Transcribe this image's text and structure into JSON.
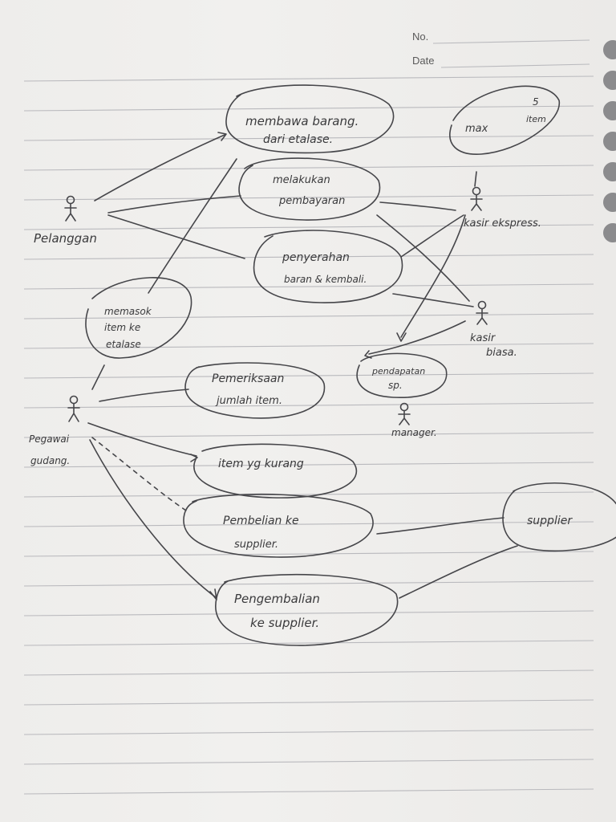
{
  "header": {
    "no_label": "No.",
    "date_label": "Date"
  },
  "actors": {
    "pelanggan": "Pelanggan",
    "kasir_ekspress": "kasir ekspress.",
    "kasir_biasa_1": "kasir",
    "kasir_biasa_2": "biasa.",
    "pegawai_gudang_1": "Pegawai",
    "pegawai_gudang_2": "gudang.",
    "manager": "manager.",
    "supplier": "supplier"
  },
  "use_cases": {
    "membawa_barang_1": "membawa barang.",
    "membawa_barang_2": "dari etalase.",
    "melakukan_pembayaran_1": "melakukan",
    "melakukan_pembayaran_2": "pembayaran",
    "penyerahan_1": "penyerahan",
    "penyerahan_2": "baran & kembali.",
    "memasok_1": "memasok",
    "memasok_2": "item ke",
    "memasok_3": "etalase",
    "max_item_1": "max",
    "max_item_num": "5",
    "max_item_2": "item",
    "pemeriksaan_1": "Pemeriksaan",
    "pemeriksaan_2": "jumlah item.",
    "pendapatan_1": "pendapatan",
    "pendapatan_2": "sp.",
    "item_kurang": "item yg kurang",
    "pembelian_1": "Pembelian ke",
    "pembelian_2": "supplier.",
    "pengembalian_1": "Pengembalian",
    "pengembalian_2": "ke supplier."
  }
}
